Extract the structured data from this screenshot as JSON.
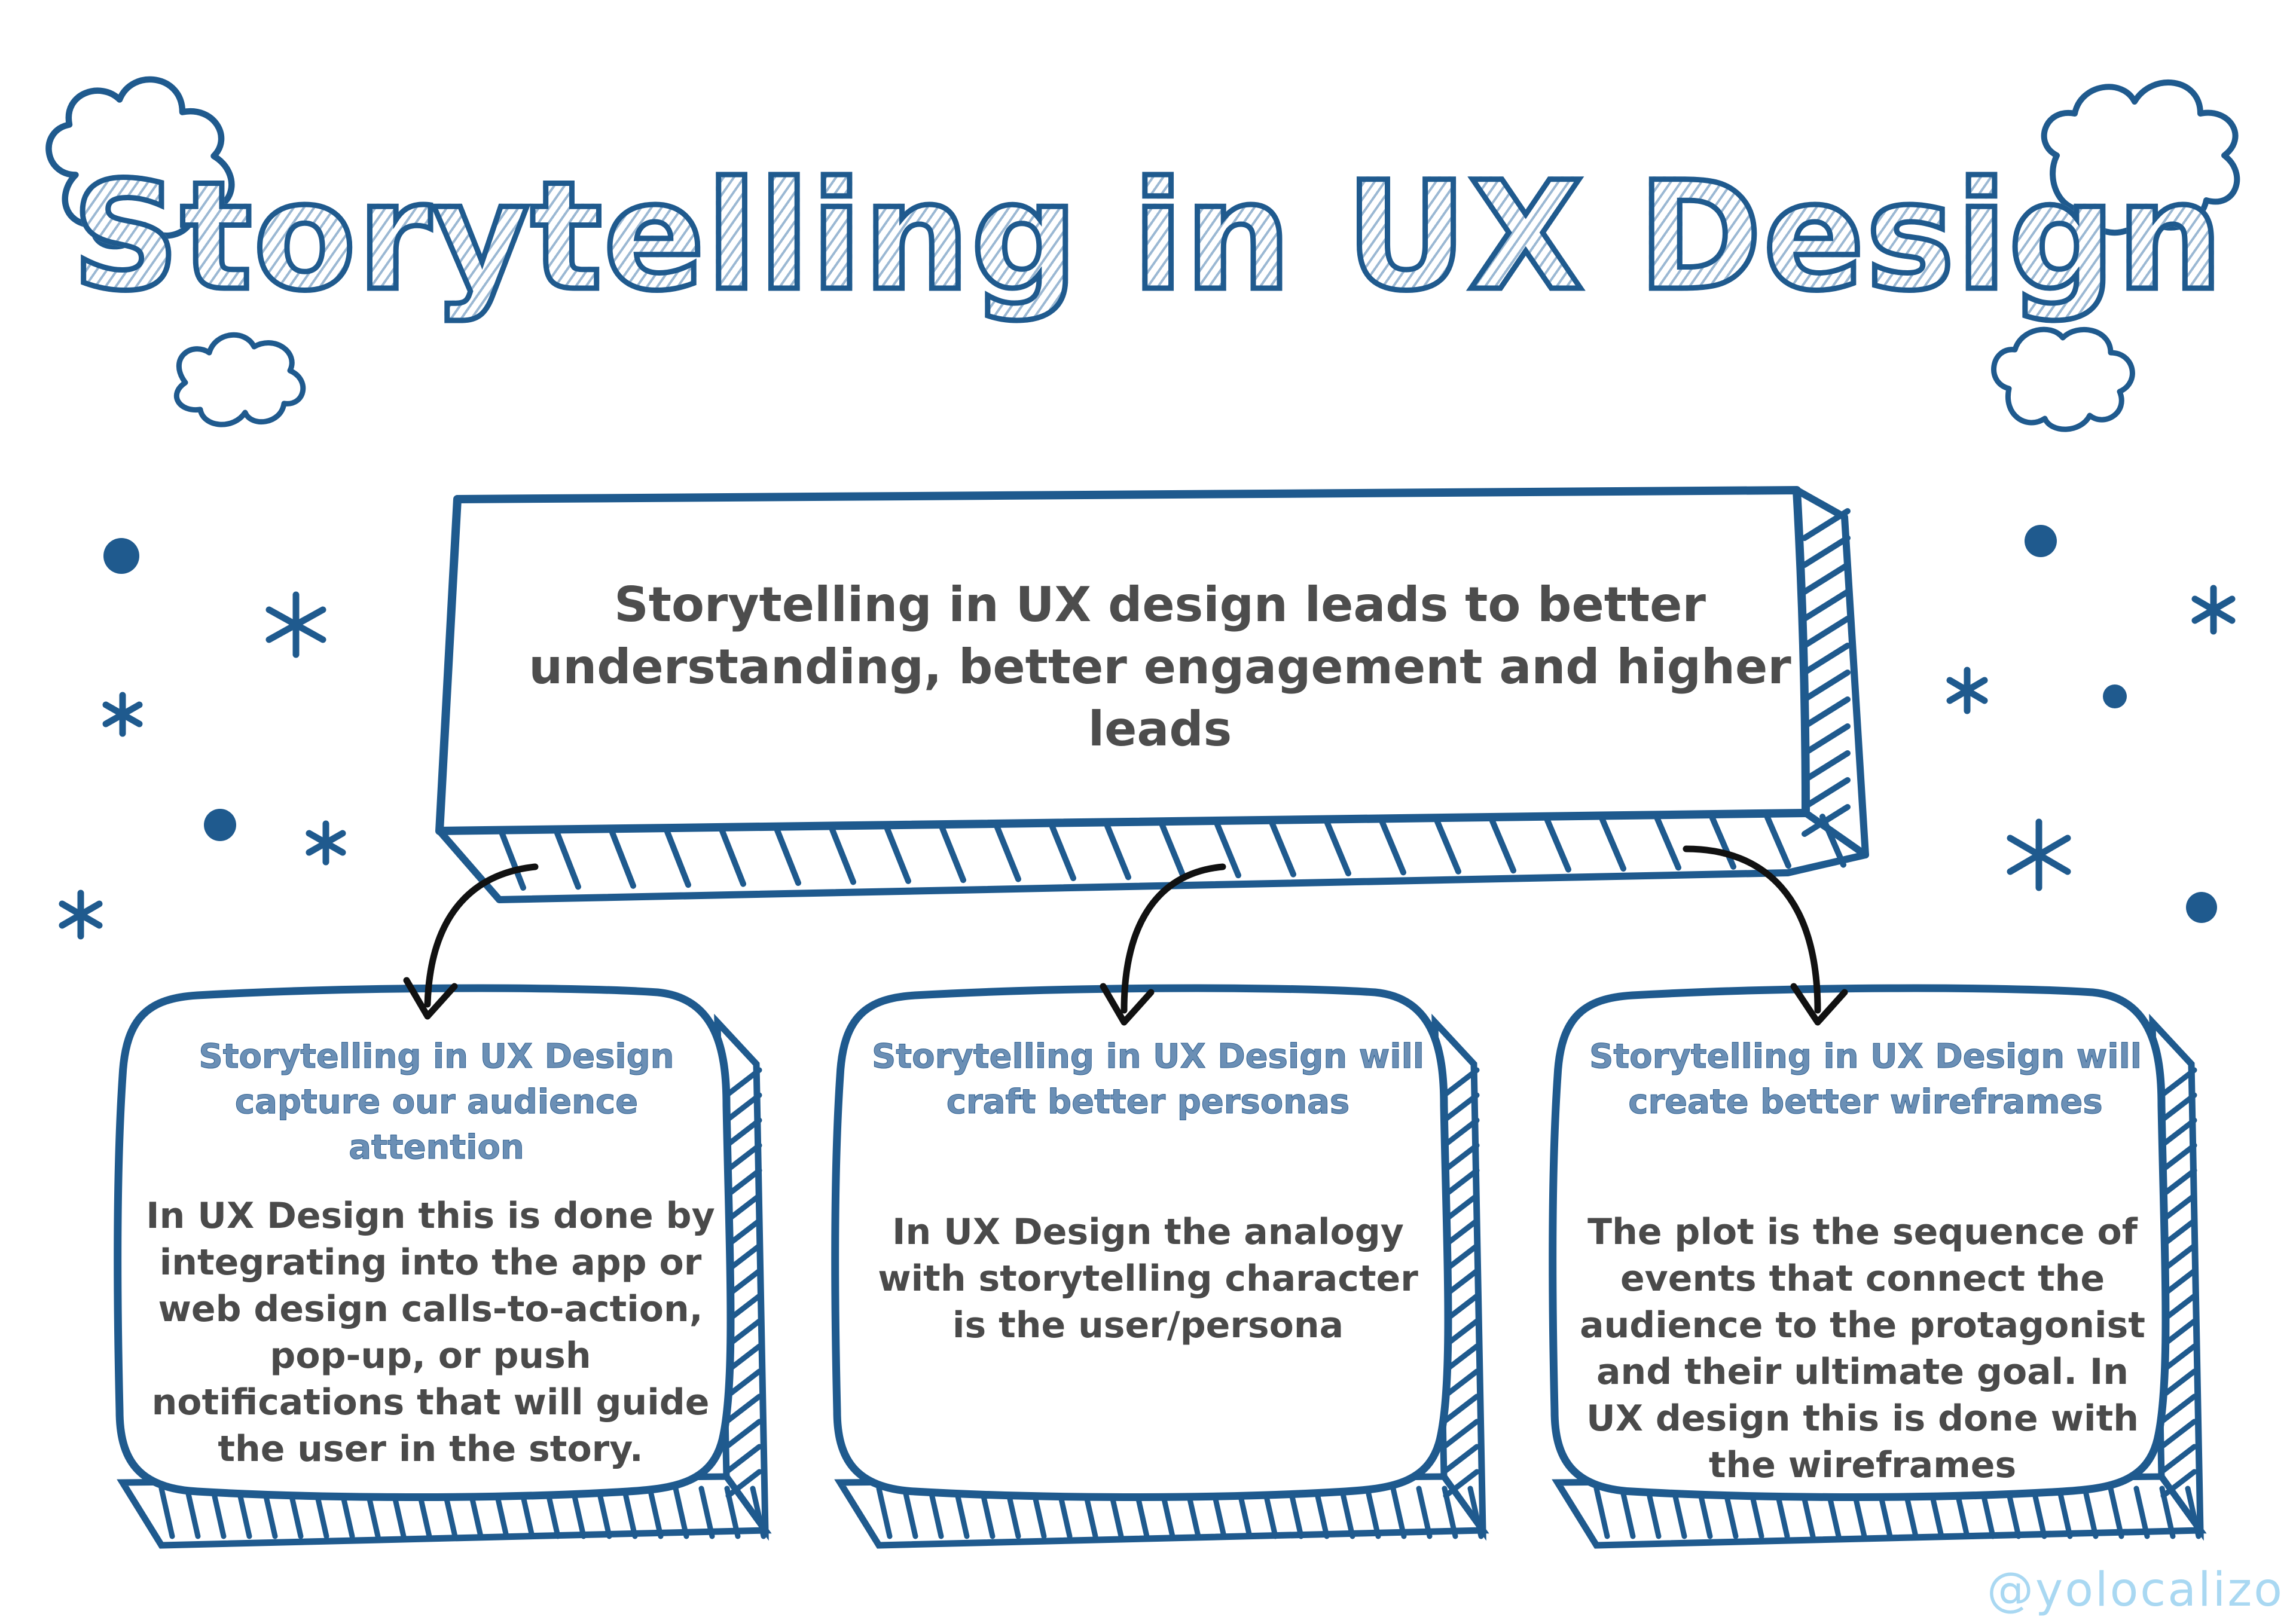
{
  "title": "Storytelling in UX Design",
  "main_box": {
    "text": "Storytelling in UX design leads to better understanding, better engagement and higher leads"
  },
  "boxes": [
    {
      "title": "Storytelling in UX Design capture our audience attention",
      "body": "In UX Design this is done by integrating into the app or web design calls-to-action, pop-up, or push notifications that will guide the user in the story."
    },
    {
      "title": "Storytelling in UX Design  will craft better personas",
      "body": "In UX Design the analogy with storytelling character is the user/persona"
    },
    {
      "title": "Storytelling in UX Design will create better wireframes",
      "body": "The plot is the sequence of events that connect the audience to the protagonist and their ultimate goal. In UX design this is done with the wireframes"
    }
  ],
  "handle": "@yolocalizo",
  "colors": {
    "primary": "#1f5a8e",
    "subtitle": "#6b8fb5",
    "body_text": "#4a4a4a",
    "handle": "#a9d8f2"
  }
}
